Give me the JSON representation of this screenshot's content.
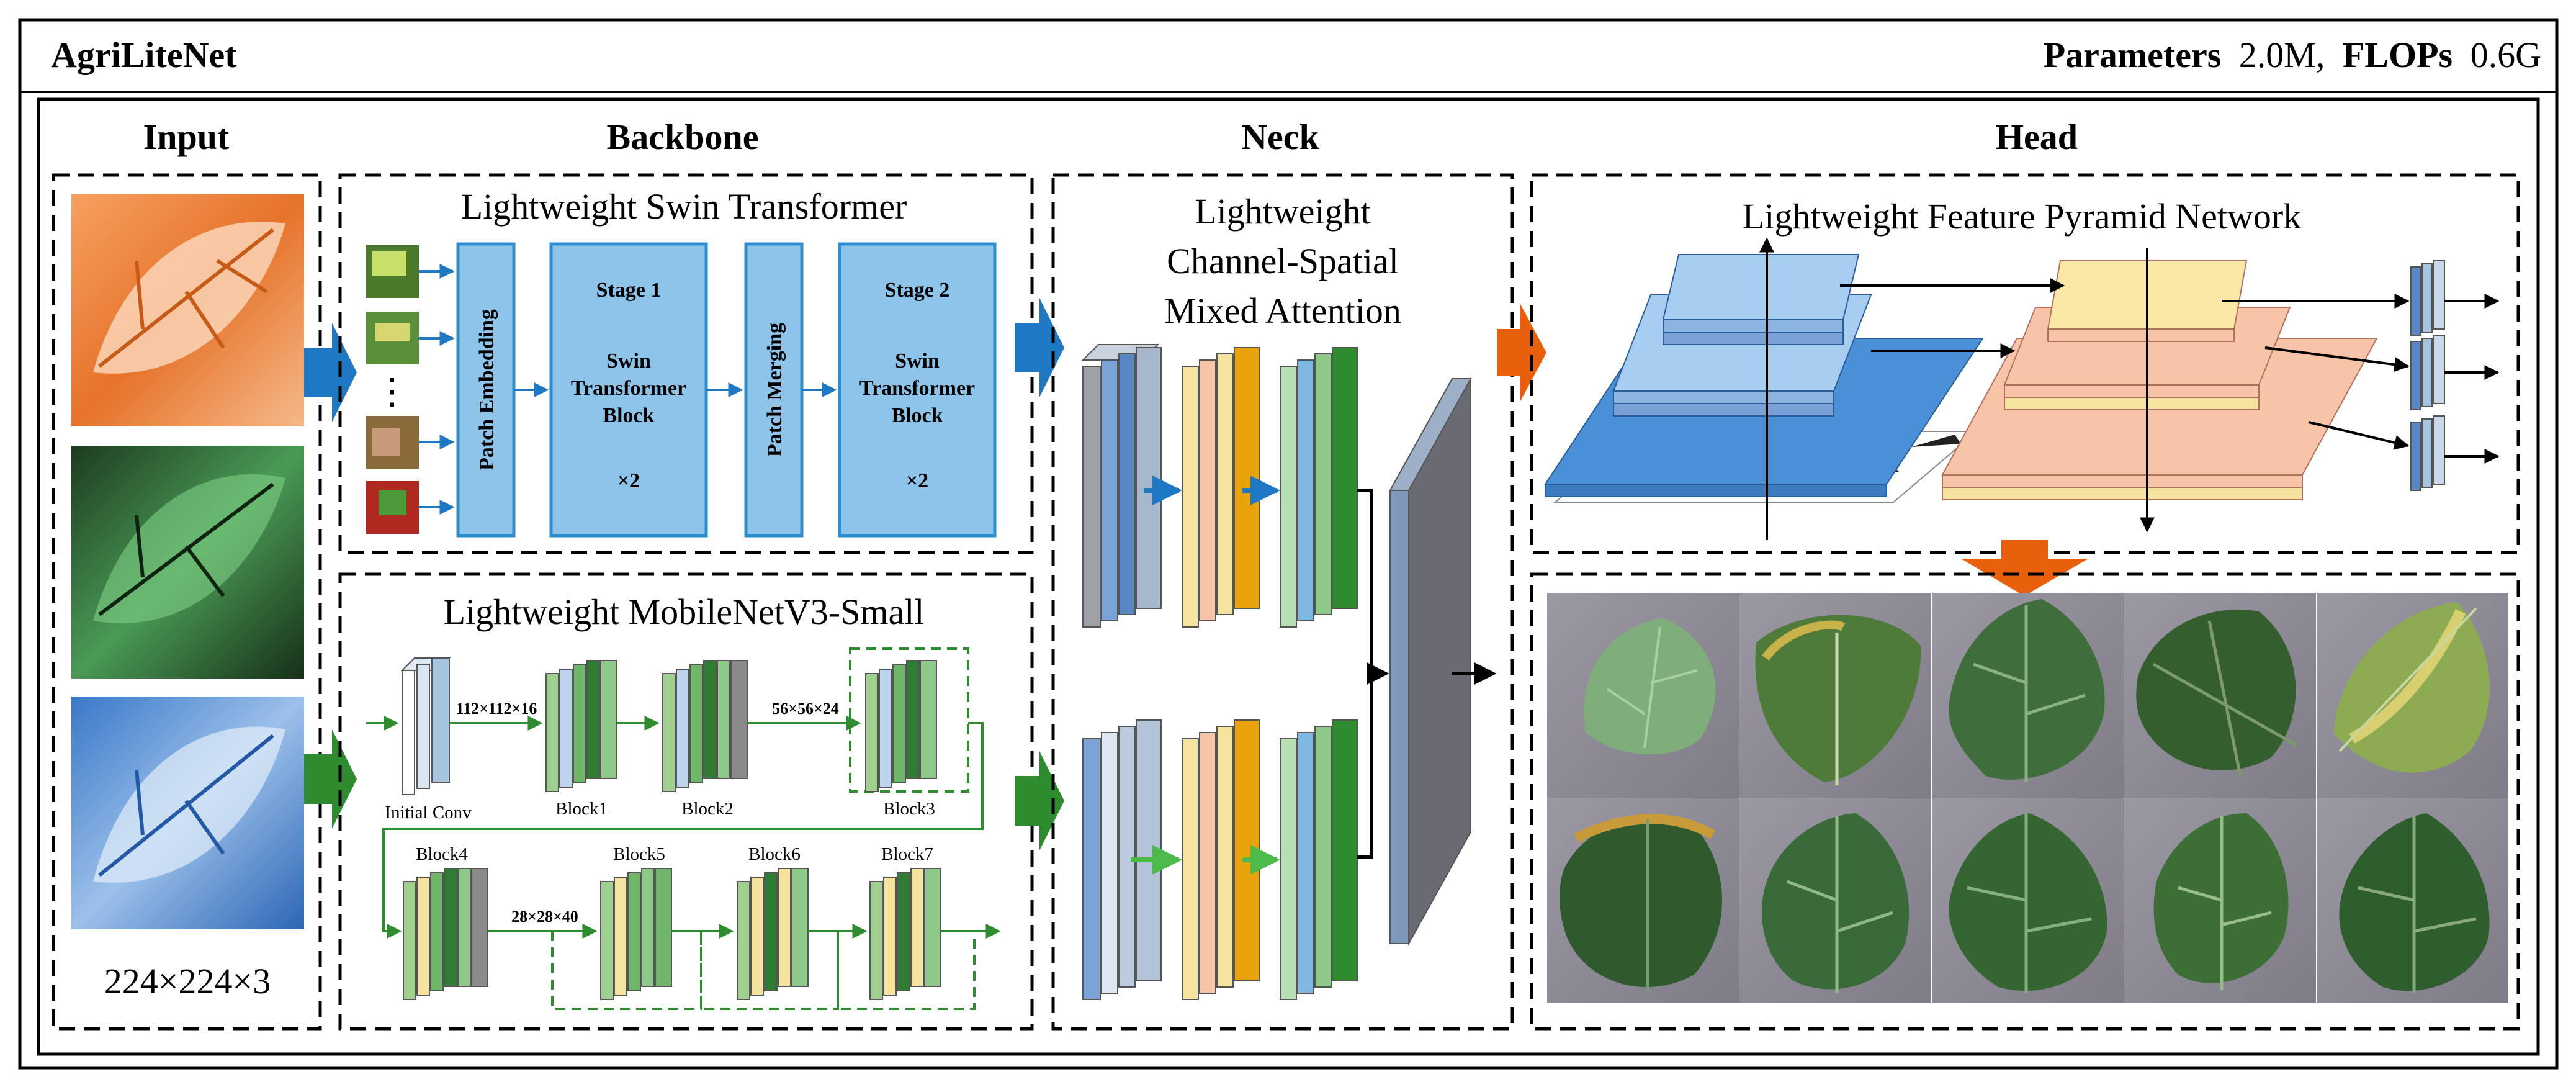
{
  "header": {
    "model_name": "AgriLiteNet",
    "params_label": "Parameters",
    "params_value": "2.0M,",
    "flops_label": "FLOPs",
    "flops_value": "0.6G"
  },
  "sections": {
    "input": "Input",
    "backbone": "Backbone",
    "neck": "Neck",
    "head": "Head"
  },
  "input": {
    "size_label": "224×224×3"
  },
  "swin": {
    "title": "Lightweight Swin Transformer",
    "patch_embedding": "Patch Embedding",
    "patch_merging": "Patch Merging",
    "stage1": {
      "name": "Stage 1",
      "line1": "Swin",
      "line2": "Transformer",
      "line3": "Block",
      "repeat": "×2"
    },
    "stage2": {
      "name": "Stage 2",
      "line1": "Swin",
      "line2": "Transformer",
      "line3": "Block",
      "repeat": "×2"
    },
    "ellipsis": "⋮"
  },
  "mobilenet": {
    "title": "Lightweight MobileNetV3-Small",
    "dim1": "112×112×16",
    "dim2": "56×56×24",
    "dim3": "28×28×40",
    "labels": {
      "initial": "Initial Conv",
      "block1": "Block1",
      "block2": "Block2",
      "block3": "Block3",
      "block4": "Block4",
      "block5": "Block5",
      "block6": "Block6",
      "block7": "Block7"
    }
  },
  "neck": {
    "line1": "Lightweight",
    "line2": "Channel-Spatial",
    "line3": "Mixed Attention"
  },
  "head": {
    "fpn_title": "Lightweight Feature Pyramid Network"
  },
  "colors": {
    "blue_arrow": "#1f78c4",
    "green_arrow": "#2e8b2e",
    "orange_arrow": "#e8600c",
    "swin_block": "#8ec3ea",
    "swin_border": "#2a8fd0"
  }
}
